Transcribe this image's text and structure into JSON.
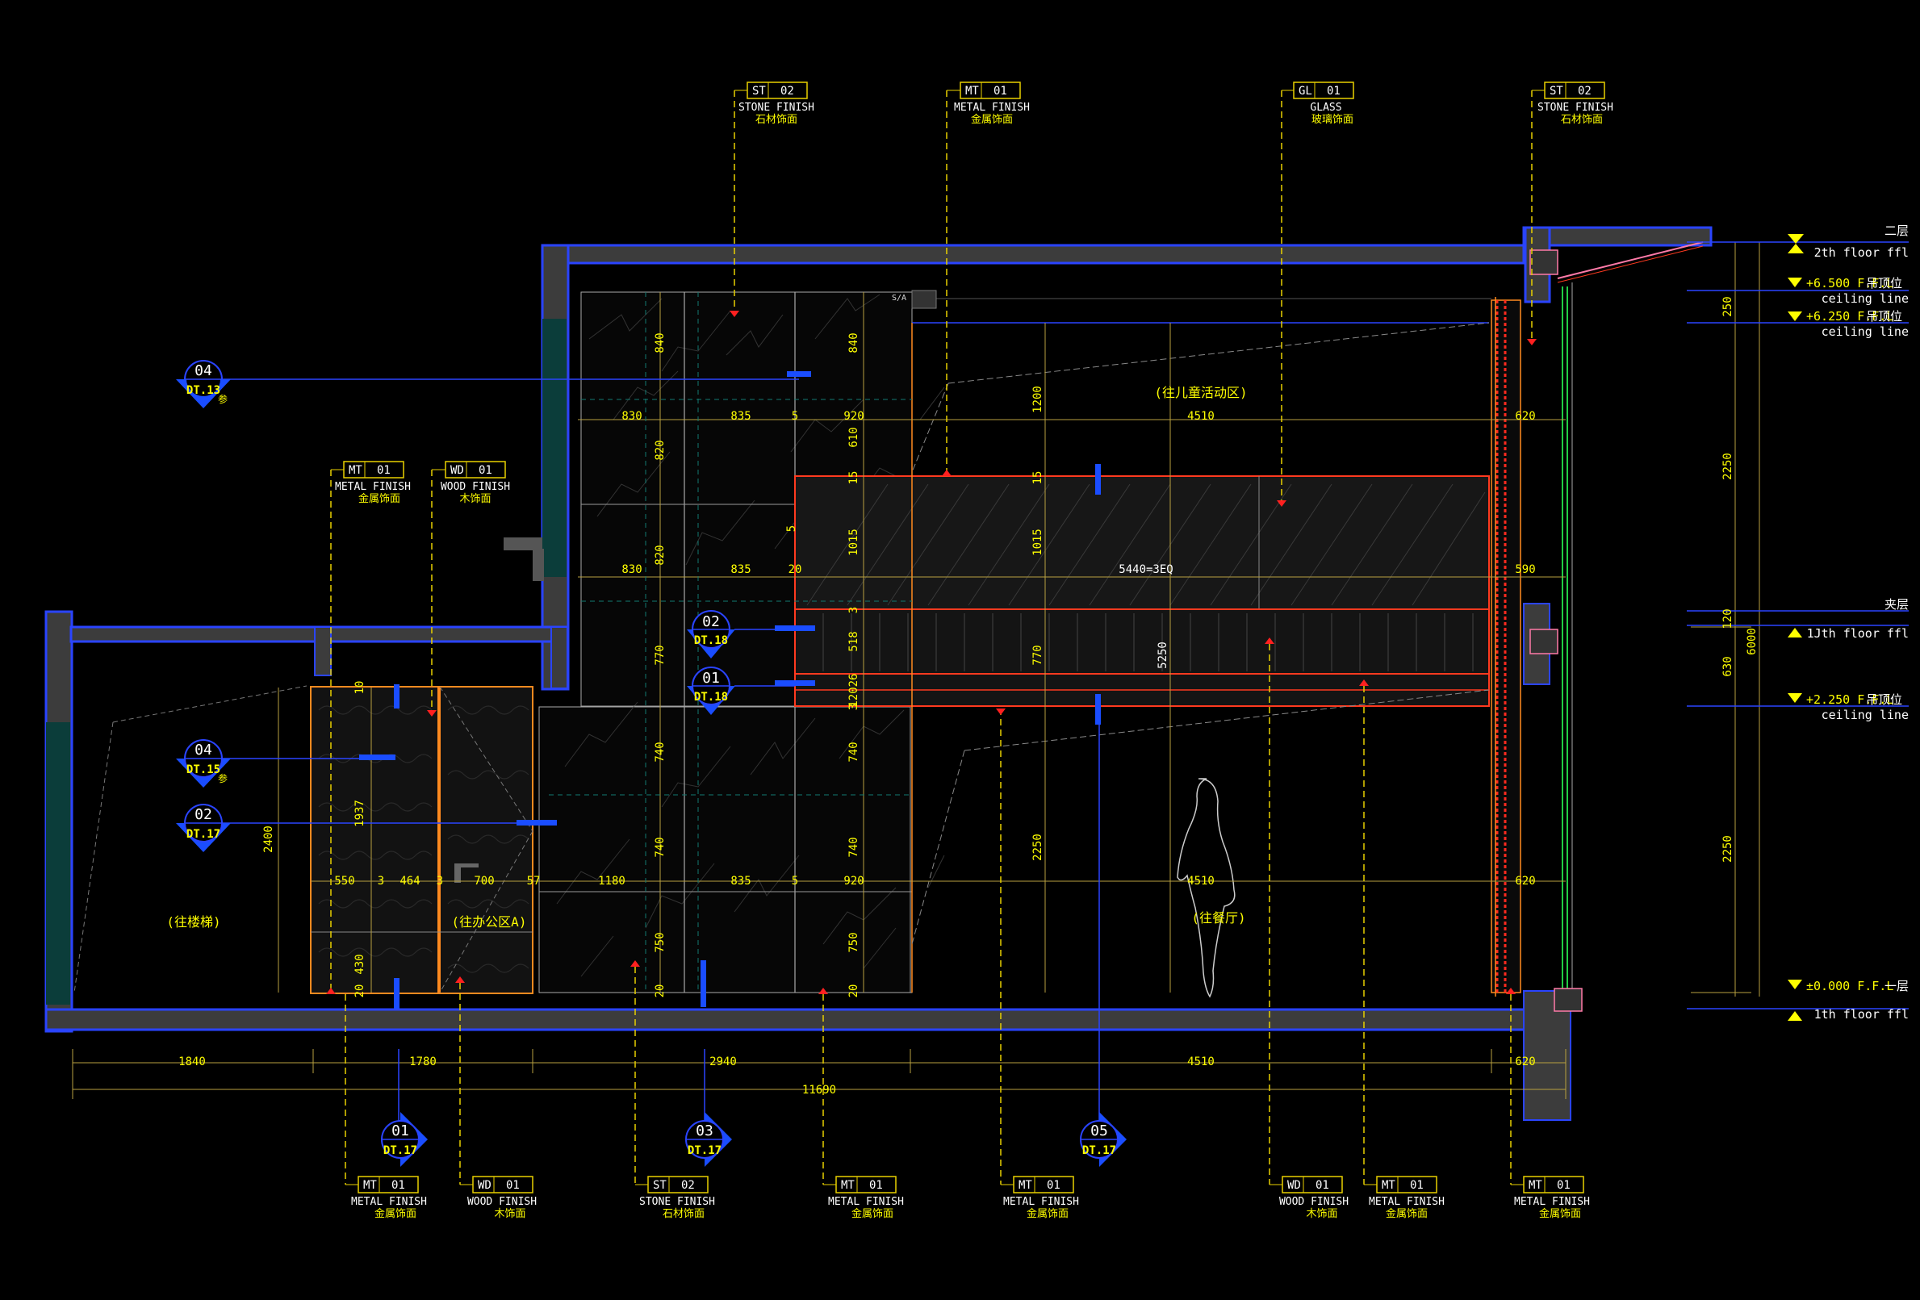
{
  "material_tags": [
    {
      "id": "st02-top-a",
      "code": "ST",
      "num": "02",
      "en": "STONE FINISH",
      "cn": "石材饰面"
    },
    {
      "id": "mt01-top",
      "code": "MT",
      "num": "01",
      "en": "METAL FINISH",
      "cn": "金属饰面"
    },
    {
      "id": "gl01-top",
      "code": "GL",
      "num": "01",
      "en": "GLASS",
      "cn": "玻璃饰面"
    },
    {
      "id": "st02-top-b",
      "code": "ST",
      "num": "02",
      "en": "STONE FINISH",
      "cn": "石材饰面"
    },
    {
      "id": "mt01-mid",
      "code": "MT",
      "num": "01",
      "en": "METAL FINISH",
      "cn": "金属饰面"
    },
    {
      "id": "wd01-mid",
      "code": "WD",
      "num": "01",
      "en": "WOOD FINISH",
      "cn": "木饰面"
    },
    {
      "id": "mt01-bot-a",
      "code": "MT",
      "num": "01",
      "en": "METAL FINISH",
      "cn": "金属饰面"
    },
    {
      "id": "wd01-bot-a",
      "code": "WD",
      "num": "01",
      "en": "WOOD FINISH",
      "cn": "木饰面"
    },
    {
      "id": "st02-bot",
      "code": "ST",
      "num": "02",
      "en": "STONE FINISH",
      "cn": "石材饰面"
    },
    {
      "id": "mt01-bot-b",
      "code": "MT",
      "num": "01",
      "en": "METAL FINISH",
      "cn": "金属饰面"
    },
    {
      "id": "mt01-bot-c",
      "code": "MT",
      "num": "01",
      "en": "METAL FINISH",
      "cn": "金属饰面"
    },
    {
      "id": "wd01-bot-b",
      "code": "WD",
      "num": "01",
      "en": "WOOD FINISH",
      "cn": "木饰面"
    },
    {
      "id": "mt01-bot-d",
      "code": "MT",
      "num": "01",
      "en": "METAL FINISH",
      "cn": "金属饰面"
    },
    {
      "id": "mt01-bot-e",
      "code": "MT",
      "num": "01",
      "en": "METAL FINISH",
      "cn": "金属饰面"
    }
  ],
  "detail_callouts": [
    {
      "id": "det-04-13",
      "num": "04",
      "ref": "DT.13",
      "suffix": "参"
    },
    {
      "id": "det-02-18",
      "num": "02",
      "ref": "DT.18"
    },
    {
      "id": "det-01-18",
      "num": "01",
      "ref": "DT.18"
    },
    {
      "id": "det-04-15",
      "num": "04",
      "ref": "DT.15",
      "suffix": "参"
    },
    {
      "id": "det-02-17",
      "num": "02",
      "ref": "DT.17"
    },
    {
      "id": "det-01-17",
      "num": "01",
      "ref": "DT.17"
    },
    {
      "id": "det-03-17",
      "num": "03",
      "ref": "DT.17"
    },
    {
      "id": "det-05-17",
      "num": "05",
      "ref": "DT.17"
    }
  ],
  "levels": [
    {
      "id": "lvl-2f",
      "cn": "二层",
      "en": "2th floor ffl"
    },
    {
      "id": "lvl-ceil-1",
      "value": "+6.500 F.F.L",
      "cn": "吊顶位",
      "en": "ceiling line"
    },
    {
      "id": "lvl-ceil-2",
      "value": "+6.250 F.F.L",
      "cn": "吊顶位",
      "en": "ceiling line"
    },
    {
      "id": "lvl-mezz",
      "cn": "夹层",
      "en": "1Jth floor ffl"
    },
    {
      "id": "lvl-ceil-3",
      "value": "+2.250 F.F.L",
      "cn": "吊顶位",
      "en": "ceiling line"
    },
    {
      "id": "lvl-1f",
      "value": "±0.000 F.F.L",
      "cn": "一层",
      "en": "1th floor ffl"
    }
  ],
  "rooms": [
    {
      "id": "room-kids",
      "text": "(往儿童活动区)"
    },
    {
      "id": "room-stairs",
      "text": "(往楼梯)"
    },
    {
      "id": "room-office",
      "text": "(往办公区A)"
    },
    {
      "id": "room-hall",
      "text": "(往餐厅)"
    }
  ],
  "dimensions": {
    "bottom": [
      "1840",
      "1780",
      "2940",
      "4510",
      "620"
    ],
    "total": "11690",
    "right": [
      "250",
      "2250",
      "120",
      "630",
      "2250",
      "6000"
    ],
    "row1": [
      "830",
      "835",
      "5",
      "920",
      "4510",
      "620"
    ],
    "row2": [
      "830",
      "835",
      "20",
      "5440=3EQ",
      "590"
    ],
    "row3": [
      "550",
      "3",
      "464",
      "3",
      "700",
      "57",
      "1180",
      "835",
      "5",
      "920",
      "4510",
      "620"
    ],
    "vert_stone": [
      "840",
      "820",
      "820",
      "770",
      "740",
      "740",
      "750",
      "20"
    ],
    "vert_right_stone": [
      "840",
      "610",
      "15",
      "1015",
      "3",
      "518",
      "26",
      "120",
      "3",
      "740",
      "740",
      "750",
      "20"
    ],
    "vert_mid": [
      "1200",
      "15",
      "1015",
      "770",
      "2250",
      "5250"
    ],
    "vert_door": [
      "10",
      "1937",
      "430",
      "20",
      "2400"
    ],
    "misc_5": "5",
    "sa": "S/A"
  }
}
